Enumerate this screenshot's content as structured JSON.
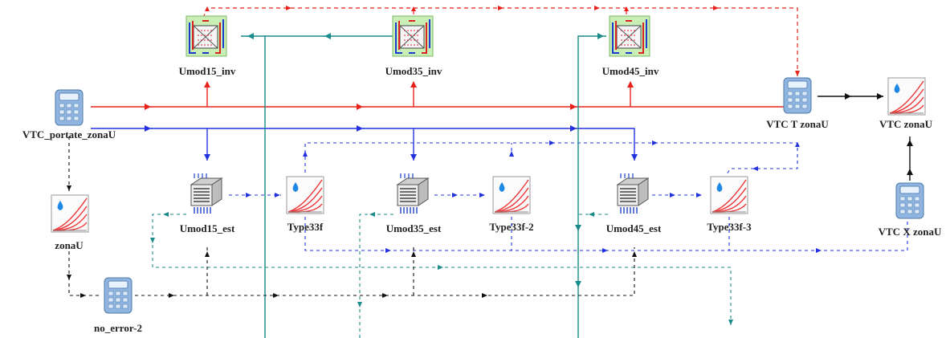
{
  "diagram": {
    "components": [
      {
        "id": "umod15_inv",
        "label": "Umod15_inv",
        "icon": "heat-exchanger-icon"
      },
      {
        "id": "umod35_inv",
        "label": "Umod35_inv",
        "icon": "heat-exchanger-icon"
      },
      {
        "id": "umod45_inv",
        "label": "Umod45_inv",
        "icon": "heat-exchanger-icon"
      },
      {
        "id": "vtc_portate",
        "label": "VTC_portate_zonaU",
        "icon": "calculator-icon"
      },
      {
        "id": "vtc_t",
        "label": "VTC T zonaU",
        "icon": "calculator-icon"
      },
      {
        "id": "vtc_zonau",
        "label": "VTC zonaU",
        "icon": "plotter-icon"
      },
      {
        "id": "vtc_x",
        "label": "VTC X zonaU",
        "icon": "calculator-icon"
      },
      {
        "id": "zonau",
        "label": "zonaU",
        "icon": "plotter-icon"
      },
      {
        "id": "no_error",
        "label": "no_error-2",
        "icon": "calculator-icon"
      },
      {
        "id": "umod15_est",
        "label": "Umod15_est",
        "icon": "module-icon"
      },
      {
        "id": "umod35_est",
        "label": "Umod35_est",
        "icon": "module-icon"
      },
      {
        "id": "umod45_est",
        "label": "Umod45_est",
        "icon": "module-icon"
      },
      {
        "id": "type33f",
        "label": "Type33f",
        "icon": "plotter-icon"
      },
      {
        "id": "type33f2",
        "label": "Type33f-2",
        "icon": "plotter-icon"
      },
      {
        "id": "type33f3",
        "label": "Type33f-3",
        "icon": "plotter-icon"
      }
    ],
    "colors": {
      "red": "#e8221b",
      "blue": "#2233dd",
      "teal": "#1a8a8a",
      "black": "#111111",
      "label": "#222222"
    }
  }
}
